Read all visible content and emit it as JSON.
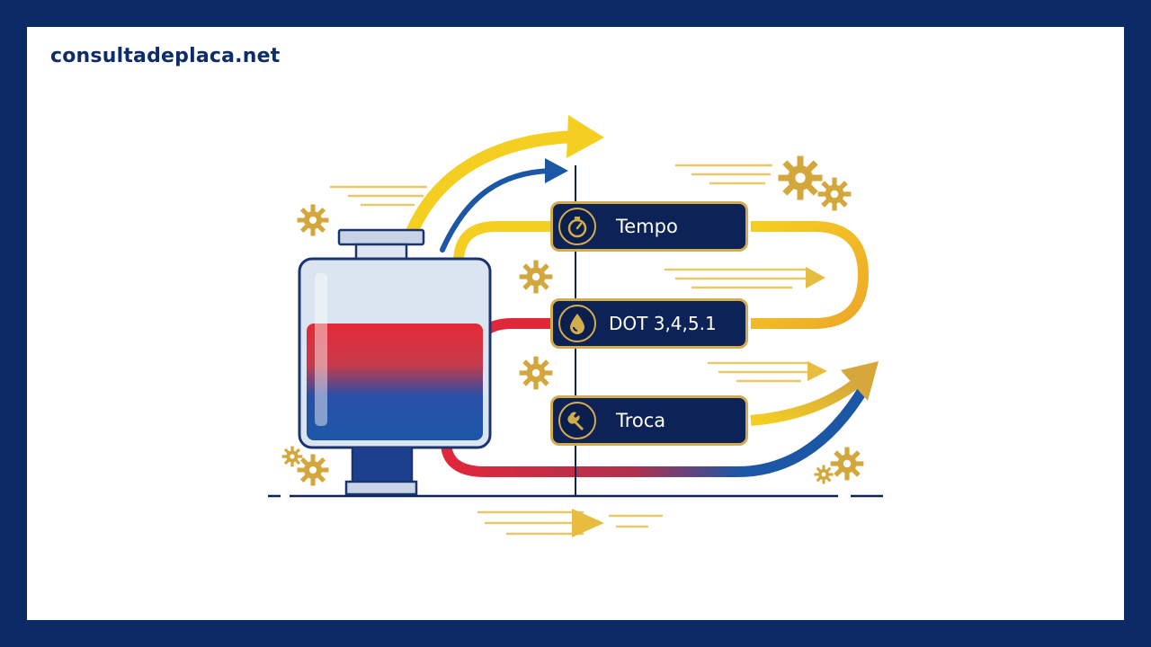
{
  "brand": {
    "site": "consultadeplaca.net"
  },
  "diagram": {
    "steps": [
      {
        "label": "Tempo",
        "icon": "stopwatch-icon"
      },
      {
        "label": "DOT 3,4,5.1",
        "icon": "drop-icon"
      },
      {
        "label": "Troca",
        "icon": "wrench-icon"
      }
    ]
  },
  "colors": {
    "navy": "#0b2a66",
    "gold": "#d2ad4e",
    "yellow": "#f2cc20",
    "red": "#e0283a",
    "blue": "#1c57a6"
  }
}
